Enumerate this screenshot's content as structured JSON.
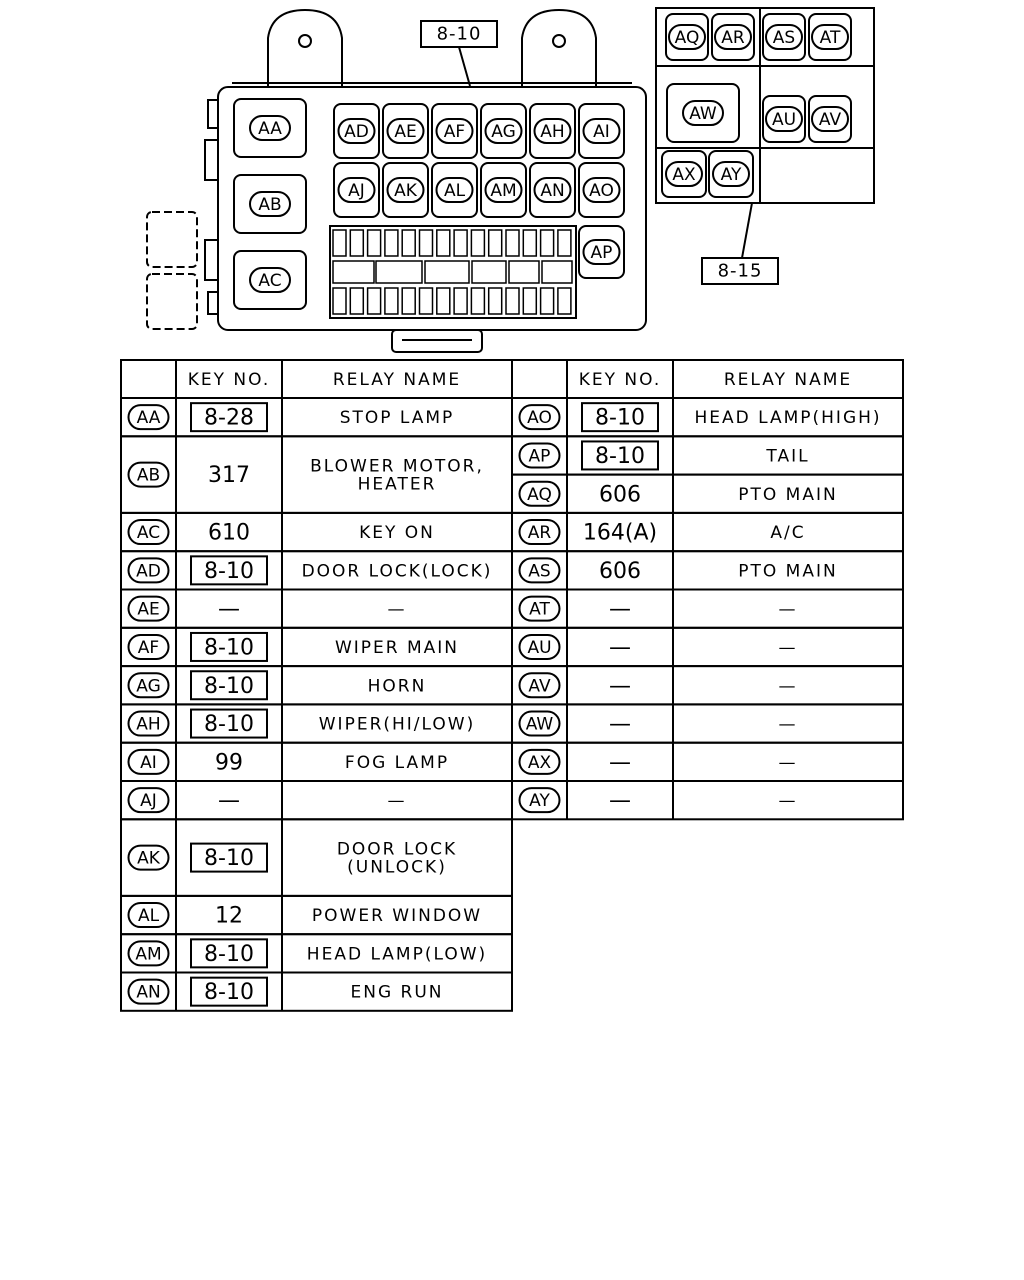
{
  "diagram": {
    "main_ref": "8-10",
    "aux_ref": "8-15",
    "main_left_relays": [
      "AA",
      "AB",
      "AC"
    ],
    "main_grid_row1": [
      "AD",
      "AE",
      "AF",
      "AG",
      "AH",
      "AI"
    ],
    "main_grid_row2": [
      "AJ",
      "AK",
      "AL",
      "AM",
      "AN",
      "AO"
    ],
    "main_side_relay": "AP",
    "aux_relays": [
      "AQ",
      "AR",
      "AS",
      "AT",
      "AW",
      "AU",
      "AV",
      "AX",
      "AY"
    ]
  },
  "table": {
    "headers": {
      "key": "KEY NO.",
      "name": "RELAY NAME"
    },
    "left_rows": [
      {
        "id": "AA",
        "key": "8-28",
        "boxed": true,
        "name": [
          "STOP LAMP"
        ]
      },
      {
        "id": "AB",
        "key": "317",
        "boxed": false,
        "name": [
          "BLOWER MOTOR,",
          "HEATER"
        ]
      },
      {
        "id": "AC",
        "key": "610",
        "boxed": false,
        "name": [
          "KEY ON"
        ]
      },
      {
        "id": "AD",
        "key": "8-10",
        "boxed": true,
        "name": [
          "DOOR LOCK(LOCK)"
        ]
      },
      {
        "id": "AE",
        "key": "—",
        "boxed": false,
        "name": [
          "—"
        ]
      },
      {
        "id": "AF",
        "key": "8-10",
        "boxed": true,
        "name": [
          "WIPER MAIN"
        ]
      },
      {
        "id": "AG",
        "key": "8-10",
        "boxed": true,
        "name": [
          "HORN"
        ]
      },
      {
        "id": "AH",
        "key": "8-10",
        "boxed": true,
        "name": [
          "WIPER(HI/LOW)"
        ]
      },
      {
        "id": "AI",
        "key": "99",
        "boxed": false,
        "name": [
          "FOG LAMP"
        ]
      },
      {
        "id": "AJ",
        "key": "—",
        "boxed": false,
        "name": [
          "—"
        ]
      },
      {
        "id": "AK",
        "key": "8-10",
        "boxed": true,
        "name": [
          "DOOR LOCK",
          "(UNLOCK)"
        ]
      },
      {
        "id": "AL",
        "key": "12",
        "boxed": false,
        "name": [
          "POWER WINDOW"
        ]
      },
      {
        "id": "AM",
        "key": "8-10",
        "boxed": true,
        "name": [
          "HEAD LAMP(LOW)"
        ]
      },
      {
        "id": "AN",
        "key": "8-10",
        "boxed": true,
        "name": [
          "ENG RUN"
        ]
      }
    ],
    "right_rows": [
      {
        "id": "AO",
        "key": "8-10",
        "boxed": true,
        "name": [
          "HEAD LAMP(HIGH)"
        ]
      },
      {
        "id": "AP",
        "key": "8-10",
        "boxed": true,
        "name": [
          "TAIL"
        ]
      },
      {
        "id": "AQ",
        "key": "606",
        "boxed": false,
        "name": [
          "PTO MAIN"
        ]
      },
      {
        "id": "AR",
        "key": "164(A)",
        "boxed": false,
        "name": [
          "A/C"
        ]
      },
      {
        "id": "AS",
        "key": "606",
        "boxed": false,
        "name": [
          "PTO MAIN"
        ]
      },
      {
        "id": "AT",
        "key": "—",
        "boxed": false,
        "name": [
          "—"
        ]
      },
      {
        "id": "AU",
        "key": "—",
        "boxed": false,
        "name": [
          "—"
        ]
      },
      {
        "id": "AV",
        "key": "—",
        "boxed": false,
        "name": [
          "—"
        ]
      },
      {
        "id": "AW",
        "key": "—",
        "boxed": false,
        "name": [
          "—"
        ]
      },
      {
        "id": "AX",
        "key": "—",
        "boxed": false,
        "name": [
          "—"
        ]
      },
      {
        "id": "AY",
        "key": "—",
        "boxed": false,
        "name": [
          "—"
        ]
      }
    ]
  }
}
